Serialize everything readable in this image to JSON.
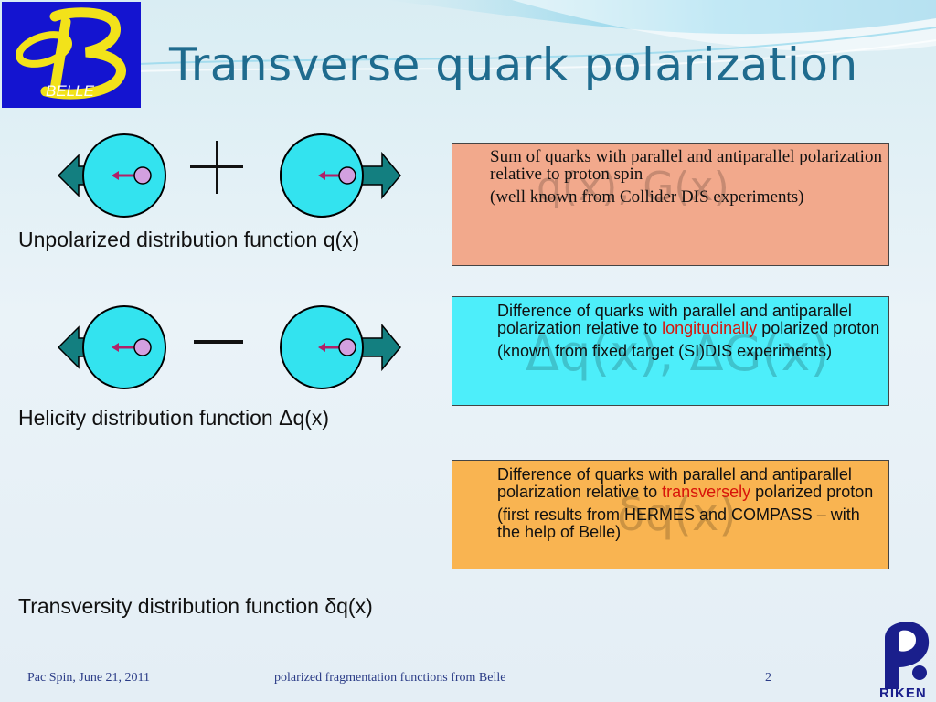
{
  "slide": {
    "title": "Transverse quark polarization",
    "belle_logo_text": "BELLE",
    "riken_logo_text": "RIKEN",
    "rows": [
      {
        "operator": "+",
        "label": "Unpolarized distribution function q(x)",
        "box": {
          "color": "#f2a98c",
          "ghost": "q(x), G(x)",
          "text1": "Sum of quarks with parallel and antiparallel polarization relative to proton  spin",
          "text2": "(well known from Collider DIS experiments)"
        }
      },
      {
        "operator": "−",
        "label": "Helicity distribution function Δq(x)",
        "box": {
          "color": "#4deefa",
          "ghost": "Δq(x), ΔG(x)",
          "text1_pre": "Difference of quarks with parallel and antiparallel polarization relative to ",
          "text1_highlight": "longitudinally",
          "text1_post": " polarized proton",
          "text2": "(known from fixed target (SI)DIS experiments)"
        }
      },
      {
        "label": "Transversity distribution function δq(x)",
        "box": {
          "color": "#f9b451",
          "ghost": "δq(x)",
          "text1_pre": "Difference of quarks with parallel and antiparallel polarization relative to ",
          "text1_highlight": "transversely",
          "text1_post": " polarized proton",
          "text2": "(first results from HERMES and COMPASS – with the help of Belle)"
        }
      }
    ],
    "footer": {
      "left": "Pac Spin, June 21, 2011",
      "center": "polarized fragmentation functions from Belle",
      "page": "2"
    },
    "colors": {
      "title": "#1f6b8e",
      "highlight": "#d8140a",
      "proton": "#33e3ef",
      "quark": "#d2a0e0",
      "arrow": "#137f80"
    }
  }
}
